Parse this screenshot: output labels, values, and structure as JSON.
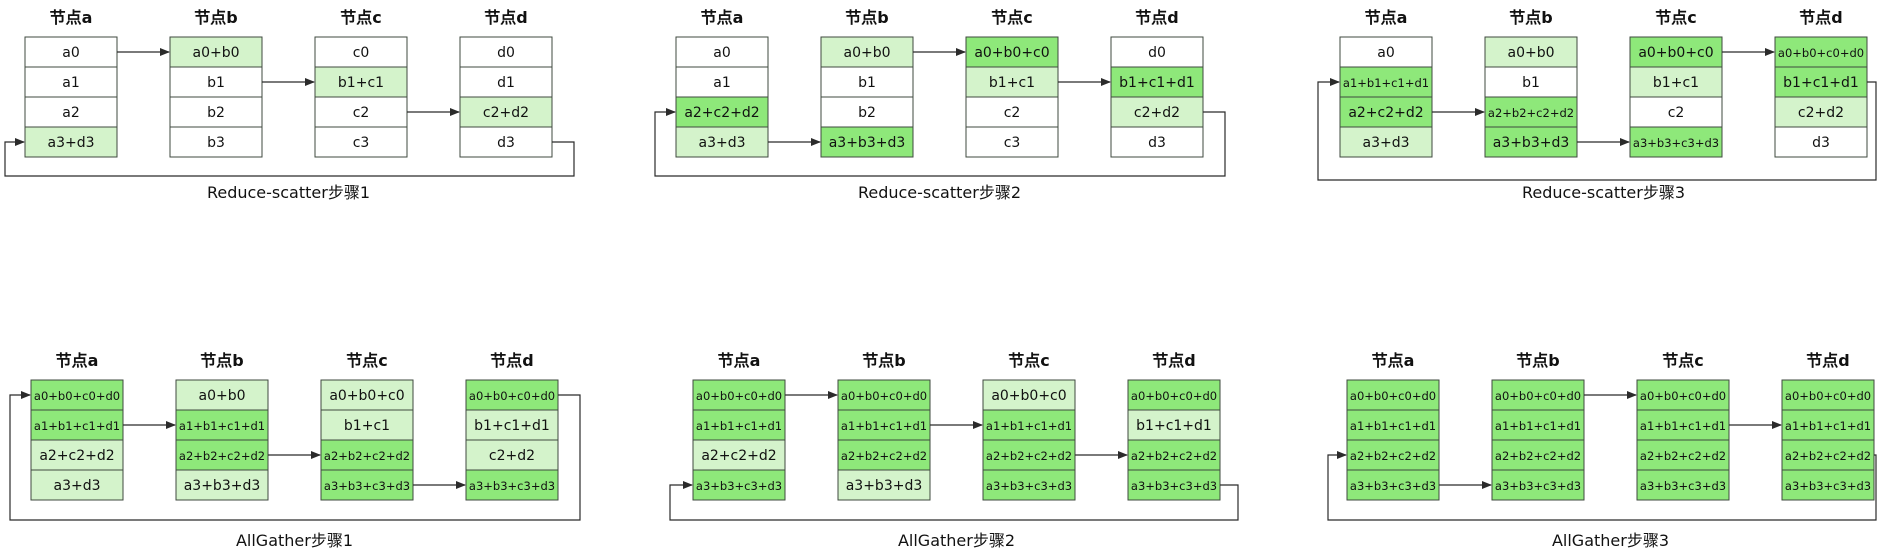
{
  "colors": {
    "white": "#ffffff",
    "light": "#d4f3cb",
    "bright": "#8ee87a",
    "stroke": "#3f4a3f",
    "line": "#2b2b2b"
  },
  "panels": [
    {
      "caption": "Reduce-scatter步骤1",
      "nodes": [
        {
          "label": "节点a",
          "cells": [
            {
              "text": "a0",
              "fill": "white"
            },
            {
              "text": "a1",
              "fill": "white"
            },
            {
              "text": "a2",
              "fill": "white"
            },
            {
              "text": "a3+d3",
              "fill": "light"
            }
          ]
        },
        {
          "label": "节点b",
          "cells": [
            {
              "text": "a0+b0",
              "fill": "light"
            },
            {
              "text": "b1",
              "fill": "white"
            },
            {
              "text": "b2",
              "fill": "white"
            },
            {
              "text": "b3",
              "fill": "white"
            }
          ]
        },
        {
          "label": "节点c",
          "cells": [
            {
              "text": "c0",
              "fill": "white"
            },
            {
              "text": "b1+c1",
              "fill": "light"
            },
            {
              "text": "c2",
              "fill": "white"
            },
            {
              "text": "c3",
              "fill": "white"
            }
          ]
        },
        {
          "label": "节点d",
          "cells": [
            {
              "text": "d0",
              "fill": "white"
            },
            {
              "text": "d1",
              "fill": "white"
            },
            {
              "text": "c2+d2",
              "fill": "light"
            },
            {
              "text": "d3",
              "fill": "white"
            }
          ]
        }
      ],
      "arrows": [
        {
          "from": 0,
          "row": 0
        },
        {
          "from": 1,
          "row": 1
        },
        {
          "from": 2,
          "row": 2
        }
      ],
      "wrap_row": 3
    },
    {
      "caption": "Reduce-scatter步骤2",
      "nodes": [
        {
          "label": "节点a",
          "cells": [
            {
              "text": "a0",
              "fill": "white"
            },
            {
              "text": "a1",
              "fill": "white"
            },
            {
              "text": "a2+c2+d2",
              "fill": "bright"
            },
            {
              "text": "a3+d3",
              "fill": "light"
            }
          ]
        },
        {
          "label": "节点b",
          "cells": [
            {
              "text": "a0+b0",
              "fill": "light"
            },
            {
              "text": "b1",
              "fill": "white"
            },
            {
              "text": "b2",
              "fill": "white"
            },
            {
              "text": "a3+b3+d3",
              "fill": "bright"
            }
          ]
        },
        {
          "label": "节点c",
          "cells": [
            {
              "text": "a0+b0+c0",
              "fill": "bright"
            },
            {
              "text": "b1+c1",
              "fill": "light"
            },
            {
              "text": "c2",
              "fill": "white"
            },
            {
              "text": "c3",
              "fill": "white"
            }
          ]
        },
        {
          "label": "节点d",
          "cells": [
            {
              "text": "d0",
              "fill": "white"
            },
            {
              "text": "b1+c1+d1",
              "fill": "bright"
            },
            {
              "text": "c2+d2",
              "fill": "light"
            },
            {
              "text": "d3",
              "fill": "white"
            }
          ]
        }
      ],
      "arrows": [
        {
          "from": 1,
          "row": 0
        },
        {
          "from": 2,
          "row": 1
        },
        {
          "from": 0,
          "row": 3
        }
      ],
      "wrap_row": 2
    },
    {
      "caption": "Reduce-scatter步骤3",
      "nodes": [
        {
          "label": "节点a",
          "cells": [
            {
              "text": "a0",
              "fill": "white"
            },
            {
              "text": "a1+b1+c1+d1",
              "fill": "bright"
            },
            {
              "text": "a2+c2+d2",
              "fill": "bright"
            },
            {
              "text": "a3+d3",
              "fill": "light"
            }
          ]
        },
        {
          "label": "节点b",
          "cells": [
            {
              "text": "a0+b0",
              "fill": "light"
            },
            {
              "text": "b1",
              "fill": "white"
            },
            {
              "text": "a2+b2+c2+d2",
              "fill": "bright"
            },
            {
              "text": "a3+b3+d3",
              "fill": "bright"
            }
          ]
        },
        {
          "label": "节点c",
          "cells": [
            {
              "text": "a0+b0+c0",
              "fill": "bright"
            },
            {
              "text": "b1+c1",
              "fill": "light"
            },
            {
              "text": "c2",
              "fill": "white"
            },
            {
              "text": "a3+b3+c3+d3",
              "fill": "bright"
            }
          ]
        },
        {
          "label": "节点d",
          "cells": [
            {
              "text": "a0+b0+c0+d0",
              "fill": "bright"
            },
            {
              "text": "b1+c1+d1",
              "fill": "bright"
            },
            {
              "text": "c2+d2",
              "fill": "light"
            },
            {
              "text": "d3",
              "fill": "white"
            }
          ]
        }
      ],
      "arrows": [
        {
          "from": 2,
          "row": 0
        },
        {
          "from": 0,
          "row": 2
        },
        {
          "from": 1,
          "row": 3
        }
      ],
      "wrap_row": 1
    },
    {
      "caption": "AllGather步骤1",
      "nodes": [
        {
          "label": "节点a",
          "cells": [
            {
              "text": "a0+b0+c0+d0",
              "fill": "bright"
            },
            {
              "text": "a1+b1+c1+d1",
              "fill": "bright"
            },
            {
              "text": "a2+c2+d2",
              "fill": "light"
            },
            {
              "text": "a3+d3",
              "fill": "light"
            }
          ]
        },
        {
          "label": "节点b",
          "cells": [
            {
              "text": "a0+b0",
              "fill": "light"
            },
            {
              "text": "a1+b1+c1+d1",
              "fill": "bright"
            },
            {
              "text": "a2+b2+c2+d2",
              "fill": "bright"
            },
            {
              "text": "a3+b3+d3",
              "fill": "light"
            }
          ]
        },
        {
          "label": "节点c",
          "cells": [
            {
              "text": "a0+b0+c0",
              "fill": "light"
            },
            {
              "text": "b1+c1",
              "fill": "light"
            },
            {
              "text": "a2+b2+c2+d2",
              "fill": "bright"
            },
            {
              "text": "a3+b3+c3+d3",
              "fill": "bright"
            }
          ]
        },
        {
          "label": "节点d",
          "cells": [
            {
              "text": "a0+b0+c0+d0",
              "fill": "bright"
            },
            {
              "text": "b1+c1+d1",
              "fill": "light"
            },
            {
              "text": "c2+d2",
              "fill": "light"
            },
            {
              "text": "a3+b3+c3+d3",
              "fill": "bright"
            }
          ]
        }
      ],
      "arrows": [
        {
          "from": 0,
          "row": 1
        },
        {
          "from": 1,
          "row": 2
        },
        {
          "from": 2,
          "row": 3
        }
      ],
      "wrap_row": 0
    },
    {
      "caption": "AllGather步骤2",
      "nodes": [
        {
          "label": "节点a",
          "cells": [
            {
              "text": "a0+b0+c0+d0",
              "fill": "bright"
            },
            {
              "text": "a1+b1+c1+d1",
              "fill": "bright"
            },
            {
              "text": "a2+c2+d2",
              "fill": "light"
            },
            {
              "text": "a3+b3+c3+d3",
              "fill": "bright"
            }
          ]
        },
        {
          "label": "节点b",
          "cells": [
            {
              "text": "a0+b0+c0+d0",
              "fill": "bright"
            },
            {
              "text": "a1+b1+c1+d1",
              "fill": "bright"
            },
            {
              "text": "a2+b2+c2+d2",
              "fill": "bright"
            },
            {
              "text": "a3+b3+d3",
              "fill": "light"
            }
          ]
        },
        {
          "label": "节点c",
          "cells": [
            {
              "text": "a0+b0+c0",
              "fill": "light"
            },
            {
              "text": "a1+b1+c1+d1",
              "fill": "bright"
            },
            {
              "text": "a2+b2+c2+d2",
              "fill": "bright"
            },
            {
              "text": "a3+b3+c3+d3",
              "fill": "bright"
            }
          ]
        },
        {
          "label": "节点d",
          "cells": [
            {
              "text": "a0+b0+c0+d0",
              "fill": "bright"
            },
            {
              "text": "b1+c1+d1",
              "fill": "light"
            },
            {
              "text": "a2+b2+c2+d2",
              "fill": "bright"
            },
            {
              "text": "a3+b3+c3+d3",
              "fill": "bright"
            }
          ]
        }
      ],
      "arrows": [
        {
          "from": 0,
          "row": 0
        },
        {
          "from": 1,
          "row": 1
        },
        {
          "from": 2,
          "row": 2
        }
      ],
      "wrap_row": 3
    },
    {
      "caption": "AllGather步骤3",
      "nodes": [
        {
          "label": "节点a",
          "cells": [
            {
              "text": "a0+b0+c0+d0",
              "fill": "bright"
            },
            {
              "text": "a1+b1+c1+d1",
              "fill": "bright"
            },
            {
              "text": "a2+b2+c2+d2",
              "fill": "bright"
            },
            {
              "text": "a3+b3+c3+d3",
              "fill": "bright"
            }
          ]
        },
        {
          "label": "节点b",
          "cells": [
            {
              "text": "a0+b0+c0+d0",
              "fill": "bright"
            },
            {
              "text": "a1+b1+c1+d1",
              "fill": "bright"
            },
            {
              "text": "a2+b2+c2+d2",
              "fill": "bright"
            },
            {
              "text": "a3+b3+c3+d3",
              "fill": "bright"
            }
          ]
        },
        {
          "label": "节点c",
          "cells": [
            {
              "text": "a0+b0+c0+d0",
              "fill": "bright"
            },
            {
              "text": "a1+b1+c1+d1",
              "fill": "bright"
            },
            {
              "text": "a2+b2+c2+d2",
              "fill": "bright"
            },
            {
              "text": "a3+b3+c3+d3",
              "fill": "bright"
            }
          ]
        },
        {
          "label": "节点d",
          "cells": [
            {
              "text": "a0+b0+c0+d0",
              "fill": "bright"
            },
            {
              "text": "a1+b1+c1+d1",
              "fill": "bright"
            },
            {
              "text": "a2+b2+c2+d2",
              "fill": "bright"
            },
            {
              "text": "a3+b3+c3+d3",
              "fill": "bright"
            }
          ]
        }
      ],
      "arrows": [
        {
          "from": 1,
          "row": 0
        },
        {
          "from": 2,
          "row": 1
        },
        {
          "from": 0,
          "row": 3
        }
      ],
      "wrap_row": 2
    }
  ]
}
